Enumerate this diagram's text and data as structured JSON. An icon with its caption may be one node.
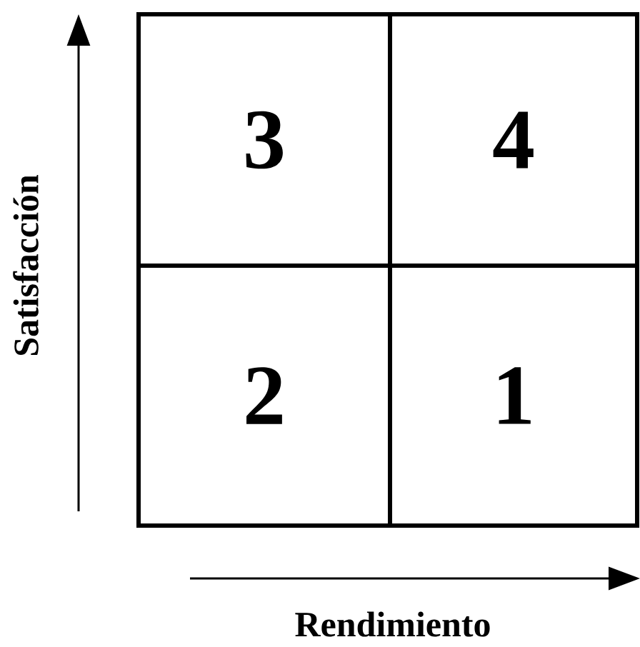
{
  "diagram": {
    "nodes": [
      {
        "text": [
          "3"
        ]
      },
      {
        "text": [
          "4"
        ]
      },
      {
        "text": [
          "2"
        ]
      },
      {
        "text": [
          "1"
        ]
      }
    ],
    "labels": [
      "Satisfacción",
      "Rendimiento"
    ]
  }
}
